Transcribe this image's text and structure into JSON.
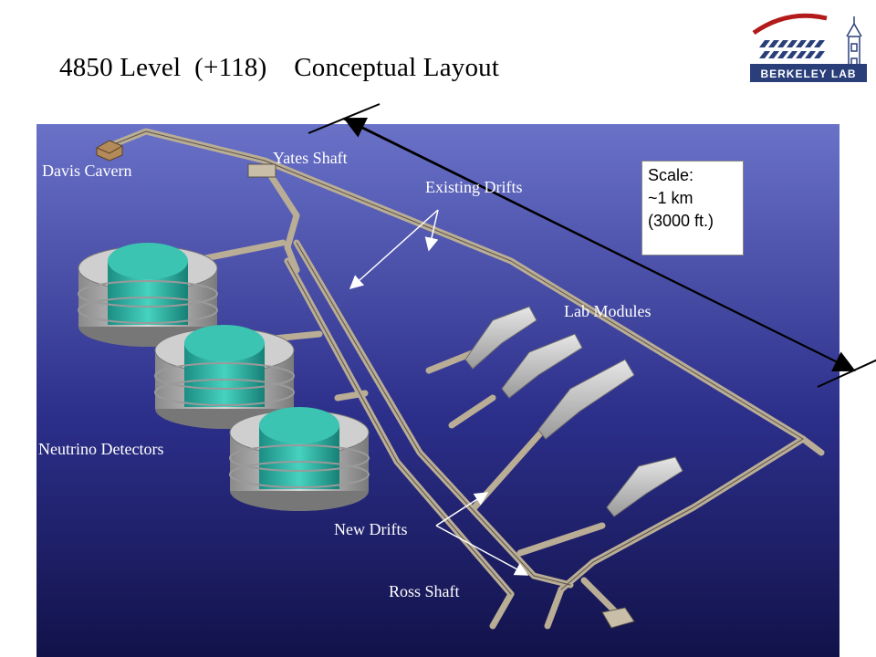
{
  "title": "4850 Level  (+118)    Conceptual Layout",
  "logo": {
    "text": "BERKELEY LAB"
  },
  "labels": {
    "davis_cavern": "Davis Cavern",
    "yates_shaft": "Yates Shaft",
    "existing_drifts": "Existing Drifts",
    "lab_modules": "Lab Modules",
    "neutrino_detectors": "Neutrino Detectors",
    "new_drifts": "New Drifts",
    "ross_shaft": "Ross Shaft"
  },
  "scale": {
    "line1": "Scale:",
    "line2": "~1 km",
    "line3": "(3000 ft.)"
  },
  "colors": {
    "panel_top": "#6a72c8",
    "panel_bottom": "#12124a",
    "tank_water": "#2bb8a8",
    "tunnel": "#b9ad96",
    "logo_blue": "#2a3f7a",
    "logo_red": "#b31b1b"
  }
}
